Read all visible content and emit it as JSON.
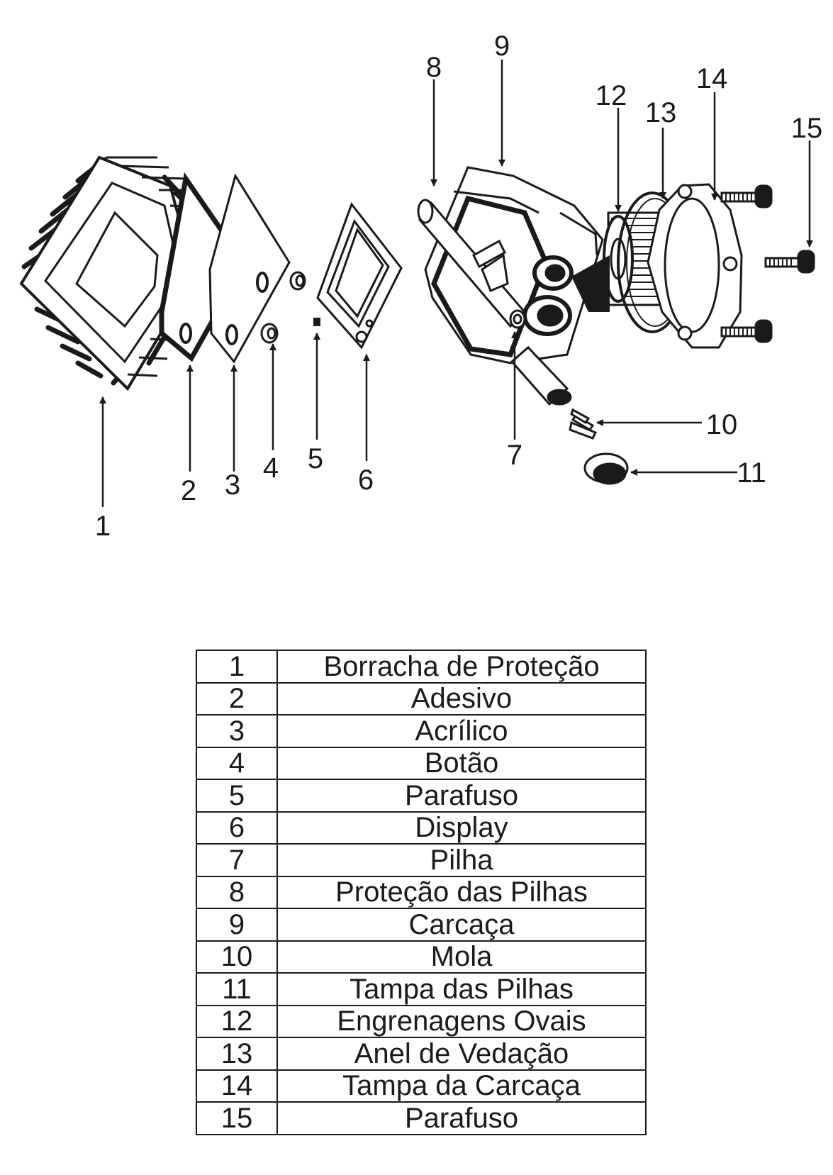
{
  "callouts": {
    "c1": "1",
    "c2": "2",
    "c3": "3",
    "c4": "4",
    "c5": "5",
    "c6": "6",
    "c7": "7",
    "c8": "8",
    "c9": "9",
    "c10": "10",
    "c11": "11",
    "c12": "12",
    "c13": "13",
    "c14": "14",
    "c15": "15"
  },
  "parts": [
    {
      "num": "1",
      "name": "Borracha de Proteção"
    },
    {
      "num": "2",
      "name": "Adesivo"
    },
    {
      "num": "3",
      "name": "Acrílico"
    },
    {
      "num": "4",
      "name": "Botão"
    },
    {
      "num": "5",
      "name": "Parafuso"
    },
    {
      "num": "6",
      "name": "Display"
    },
    {
      "num": "7",
      "name": "Pilha"
    },
    {
      "num": "8",
      "name": "Proteção das Pilhas"
    },
    {
      "num": "9",
      "name": "Carcaça"
    },
    {
      "num": "10",
      "name": "Mola"
    },
    {
      "num": "11",
      "name": "Tampa das Pilhas"
    },
    {
      "num": "12",
      "name": "Engrenagens Ovais"
    },
    {
      "num": "13",
      "name": "Anel de Vedação"
    },
    {
      "num": "14",
      "name": "Tampa da Carcaça"
    },
    {
      "num": "15",
      "name": "Parafuso"
    }
  ],
  "colors": {
    "ink": "#1a1a1a",
    "paper": "#ffffff"
  }
}
